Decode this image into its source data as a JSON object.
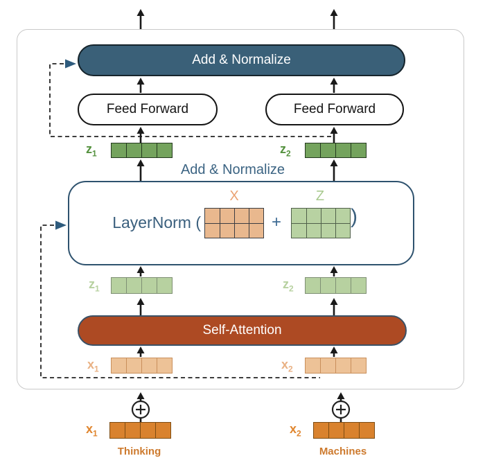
{
  "blocks": {
    "add_normalize_top": "Add & Normalize",
    "feed_forward_left": "Feed Forward",
    "feed_forward_right": "Feed Forward",
    "add_normalize_mid_label": "Add & Normalize",
    "self_attention": "Self-Attention"
  },
  "layernorm": {
    "prefix": "LayerNorm (",
    "plus": "+",
    "close": ")",
    "x_matrix_label": "X",
    "z_matrix_label": "Z"
  },
  "vector_labels": {
    "z1_out": {
      "base": "z",
      "sub": "1"
    },
    "z2_out": {
      "base": "z",
      "sub": "2"
    },
    "z1_attn": {
      "base": "z",
      "sub": "1"
    },
    "z2_attn": {
      "base": "z",
      "sub": "2"
    },
    "x1_embed": {
      "base": "x",
      "sub": "1"
    },
    "x2_embed": {
      "base": "x",
      "sub": "2"
    },
    "x1_input": {
      "base": "x",
      "sub": "1"
    },
    "x2_input": {
      "base": "x",
      "sub": "2"
    }
  },
  "inputs": {
    "word_1": "Thinking",
    "word_2": "Machines"
  },
  "colors": {
    "add_normalize_fill": "#3a6078",
    "self_attention_fill": "#ad4a23",
    "layernorm_border": "#2e526e",
    "label_blue": "#3c6483",
    "green_dark": "#74a35d",
    "green_light": "#b7d1a0",
    "orange_light": "#edc297",
    "orange_mid": "#d9822e",
    "word_orange": "#cd7a2e",
    "residual_arrow_blue": "#2e5b7d",
    "arrow_black": "#1a1a1a"
  }
}
